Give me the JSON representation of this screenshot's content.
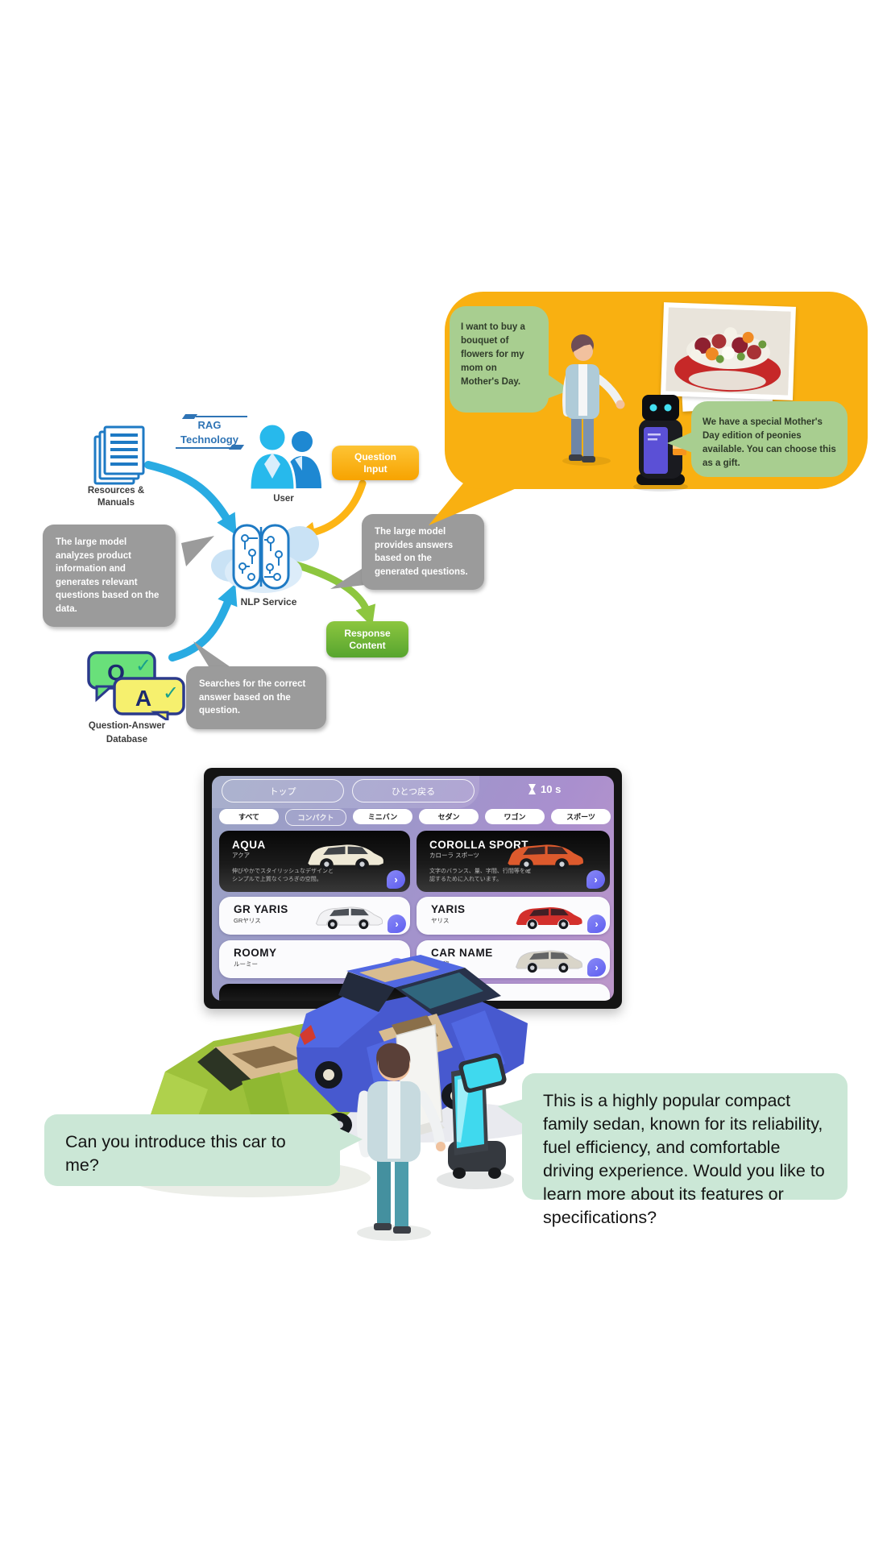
{
  "florist_scene": {
    "customer_bubble": "I want to buy a bouquet of flowers for my mom on Mother's Day.",
    "robot_bubble": "We have a special Mother's Day edition of peonies available. You can choose this as a gift."
  },
  "diagram": {
    "rag_label": "RAG\nTechnology",
    "resources_label": "Resources &\nManuals",
    "user_label": "User",
    "question_input_label": "Question\nInput",
    "nlp_label": "NLP Service",
    "response_label": "Response\nContent",
    "qa_q": "Q",
    "qa_a": "A",
    "qa_db_label": "Question-Answer\nDatabase",
    "analyze_bubble": "The large model analyzes product information and generates relevant questions based on the data.",
    "answers_bubble": "The large model provides answers based on the generated questions.",
    "search_bubble": "Searches for the correct answer based on the question."
  },
  "kiosk": {
    "nav": [
      {
        "label": "トップ"
      },
      {
        "label": "ひとつ戻る"
      }
    ],
    "timer": "10 s",
    "categories": [
      {
        "label": "すべて"
      },
      {
        "label": "コンパクト"
      },
      {
        "label": "ミニバン"
      },
      {
        "label": "セダン"
      },
      {
        "label": "ワゴン"
      },
      {
        "label": "スポーツ"
      }
    ],
    "cars": [
      {
        "name": "AQUA",
        "kana": "アクア",
        "desc": "伸びやかでスタイリッシュなデザインとシンプルで上質なくつろぎの空間。",
        "color": "#efe9d6"
      },
      {
        "name": "COROLLA SPORT",
        "kana": "カローラ スポーツ",
        "desc": "文字のバランス、量、字間、行間等を確認するために入れています。",
        "color": "#dd5a2d"
      },
      {
        "name": "GR YARIS",
        "kana": "GRヤリス",
        "desc": "",
        "color": "#f2f2f4"
      },
      {
        "name": "YARIS",
        "kana": "ヤリス",
        "desc": "",
        "color": "#d3302c"
      },
      {
        "name": "ROOMY",
        "kana": "ルーミー",
        "desc": "",
        "color": "#d4d0c6"
      },
      {
        "name": "CAR NAME",
        "kana": "車名称",
        "desc": "",
        "color": "#d9d5c9"
      }
    ]
  },
  "showroom_scene": {
    "customer_bubble": "Can you introduce this car to me?",
    "robot_bubble": "This is a highly popular compact family sedan, known for its reliability, fuel efficiency, and comfortable driving experience. Would you like to learn more about its features or specifications?"
  },
  "icons": {
    "chevron": "›",
    "check": "✓"
  },
  "colors": {
    "orange_panel": "#f9b011",
    "speech_green": "#a8ce90",
    "callout_gray": "#9b9b9b",
    "mint_bubble": "#cbe7d6",
    "arrow_blue": "#29abe2",
    "arrow_yellow": "#fdb515",
    "arrow_green": "#8dc63f",
    "brand_blue": "#2f74b5",
    "kiosk_chevron": "#6a6af2"
  }
}
